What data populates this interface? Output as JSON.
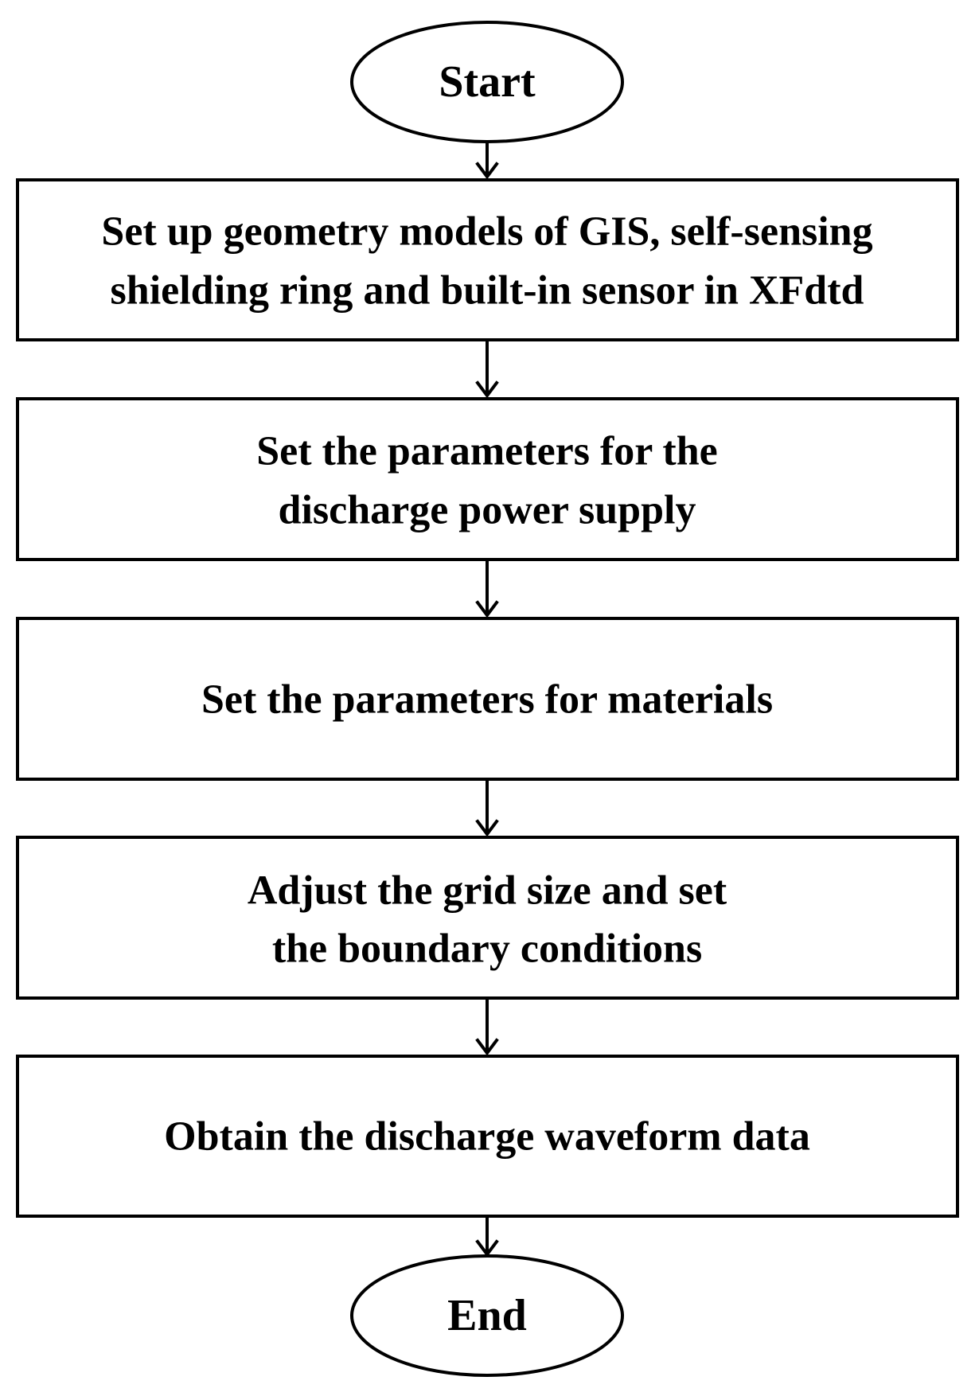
{
  "flowchart": {
    "start": {
      "label": "Start"
    },
    "steps": [
      {
        "lines": [
          "Set up geometry models of GIS, self-sensing",
          "shielding ring and built-in sensor in XFdtd"
        ]
      },
      {
        "lines": [
          "Set the parameters for the",
          "discharge power supply"
        ]
      },
      {
        "lines": [
          "Set the parameters for materials"
        ]
      },
      {
        "lines": [
          "Adjust the grid size and set",
          "the boundary conditions"
        ]
      },
      {
        "lines": [
          "Obtain the discharge waveform data"
        ]
      }
    ],
    "end": {
      "label": "End"
    }
  }
}
